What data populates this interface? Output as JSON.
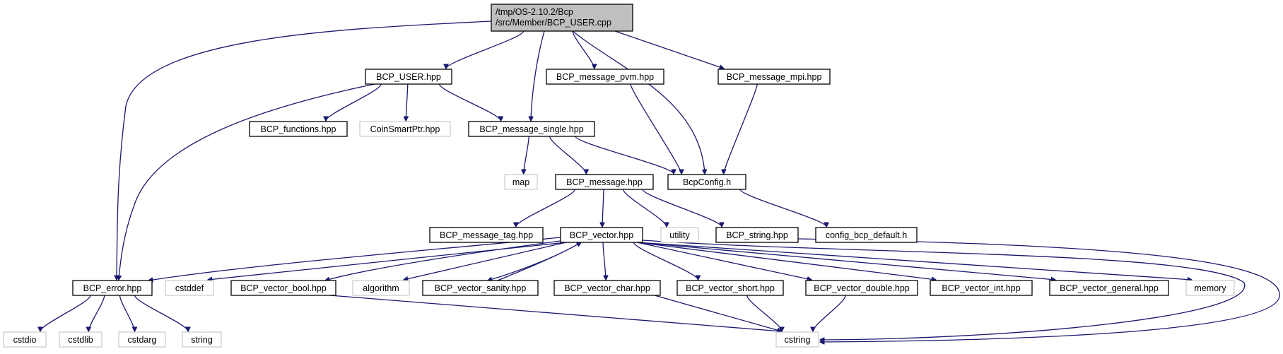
{
  "diagram": {
    "kind": "include-dependency-graph",
    "colors": {
      "edge": "#191970",
      "root_fill": "#bfbfbf",
      "project_border": "#000000",
      "system_border": "#bfbfbf"
    },
    "nodes": [
      {
        "id": "root",
        "lines": [
          "/tmp/OS-2.10.2/Bcp",
          "/src/Member/BCP_USER.cpp"
        ],
        "kind": "root"
      },
      {
        "id": "bcp_user_hpp",
        "lines": [
          "BCP_USER.hpp"
        ],
        "kind": "project"
      },
      {
        "id": "bcp_message_pvm",
        "lines": [
          "BCP_message_pvm.hpp"
        ],
        "kind": "project"
      },
      {
        "id": "bcp_message_mpi",
        "lines": [
          "BCP_message_mpi.hpp"
        ],
        "kind": "project"
      },
      {
        "id": "bcp_functions",
        "lines": [
          "BCP_functions.hpp"
        ],
        "kind": "project"
      },
      {
        "id": "coinsmartptr",
        "lines": [
          "CoinSmartPtr.hpp"
        ],
        "kind": "system"
      },
      {
        "id": "bcp_message_single",
        "lines": [
          "BCP_message_single.hpp"
        ],
        "kind": "project"
      },
      {
        "id": "map",
        "lines": [
          "map"
        ],
        "kind": "system"
      },
      {
        "id": "bcp_message",
        "lines": [
          "BCP_message.hpp"
        ],
        "kind": "project"
      },
      {
        "id": "bcpconfig",
        "lines": [
          "BcpConfig.h"
        ],
        "kind": "project"
      },
      {
        "id": "bcp_message_tag",
        "lines": [
          "BCP_message_tag.hpp"
        ],
        "kind": "project"
      },
      {
        "id": "bcp_vector",
        "lines": [
          "BCP_vector.hpp"
        ],
        "kind": "project"
      },
      {
        "id": "utility",
        "lines": [
          "utility"
        ],
        "kind": "system"
      },
      {
        "id": "bcp_string",
        "lines": [
          "BCP_string.hpp"
        ],
        "kind": "project"
      },
      {
        "id": "config_bcp_default",
        "lines": [
          "config_bcp_default.h"
        ],
        "kind": "project"
      },
      {
        "id": "bcp_error",
        "lines": [
          "BCP_error.hpp"
        ],
        "kind": "project"
      },
      {
        "id": "cstddef",
        "lines": [
          "cstddef"
        ],
        "kind": "system"
      },
      {
        "id": "bcp_vector_bool",
        "lines": [
          "BCP_vector_bool.hpp"
        ],
        "kind": "project"
      },
      {
        "id": "algorithm",
        "lines": [
          "algorithm"
        ],
        "kind": "system"
      },
      {
        "id": "bcp_vector_sanity",
        "lines": [
          "BCP_vector_sanity.hpp"
        ],
        "kind": "project"
      },
      {
        "id": "bcp_vector_char",
        "lines": [
          "BCP_vector_char.hpp"
        ],
        "kind": "project"
      },
      {
        "id": "bcp_vector_short",
        "lines": [
          "BCP_vector_short.hpp"
        ],
        "kind": "project"
      },
      {
        "id": "bcp_vector_double",
        "lines": [
          "BCP_vector_double.hpp"
        ],
        "kind": "project"
      },
      {
        "id": "bcp_vector_int",
        "lines": [
          "BCP_vector_int.hpp"
        ],
        "kind": "project"
      },
      {
        "id": "bcp_vector_general",
        "lines": [
          "BCP_vector_general.hpp"
        ],
        "kind": "project"
      },
      {
        "id": "memory",
        "lines": [
          "memory"
        ],
        "kind": "system"
      },
      {
        "id": "cstdio",
        "lines": [
          "cstdio"
        ],
        "kind": "system"
      },
      {
        "id": "cstdlib",
        "lines": [
          "cstdlib"
        ],
        "kind": "system"
      },
      {
        "id": "cstdarg",
        "lines": [
          "cstdarg"
        ],
        "kind": "system"
      },
      {
        "id": "string",
        "lines": [
          "string"
        ],
        "kind": "system"
      },
      {
        "id": "cstring",
        "lines": [
          "cstring"
        ],
        "kind": "system"
      }
    ],
    "edges": [
      {
        "from": "root",
        "to": "bcp_error"
      },
      {
        "from": "root",
        "to": "bcp_user_hpp"
      },
      {
        "from": "root",
        "to": "bcp_message_single"
      },
      {
        "from": "root",
        "to": "bcp_message_pvm"
      },
      {
        "from": "root",
        "to": "bcpconfig"
      },
      {
        "from": "root",
        "to": "bcp_message_mpi"
      },
      {
        "from": "bcp_user_hpp",
        "to": "bcp_error"
      },
      {
        "from": "bcp_user_hpp",
        "to": "bcp_functions"
      },
      {
        "from": "bcp_user_hpp",
        "to": "coinsmartptr"
      },
      {
        "from": "bcp_user_hpp",
        "to": "bcp_message_single"
      },
      {
        "from": "bcp_message_pvm",
        "to": "bcpconfig"
      },
      {
        "from": "bcp_message_mpi",
        "to": "bcpconfig"
      },
      {
        "from": "bcp_message_single",
        "to": "map"
      },
      {
        "from": "bcp_message_single",
        "to": "bcp_message"
      },
      {
        "from": "bcp_message_single",
        "to": "bcpconfig"
      },
      {
        "from": "bcpconfig",
        "to": "config_bcp_default"
      },
      {
        "from": "bcp_message",
        "to": "bcp_message_tag"
      },
      {
        "from": "bcp_message",
        "to": "bcp_vector"
      },
      {
        "from": "bcp_message",
        "to": "utility"
      },
      {
        "from": "bcp_message",
        "to": "bcp_string"
      },
      {
        "from": "bcp_string",
        "to": "cstring"
      },
      {
        "from": "bcp_vector",
        "to": "bcp_error"
      },
      {
        "from": "bcp_vector",
        "to": "cstddef"
      },
      {
        "from": "bcp_vector",
        "to": "bcp_vector_bool"
      },
      {
        "from": "bcp_vector",
        "to": "algorithm"
      },
      {
        "from": "bcp_vector",
        "to": "bcp_vector_sanity"
      },
      {
        "from": "bcp_vector_sanity",
        "to": "bcp_vector"
      },
      {
        "from": "bcp_vector",
        "to": "bcp_vector_char"
      },
      {
        "from": "bcp_vector",
        "to": "bcp_vector_short"
      },
      {
        "from": "bcp_vector",
        "to": "bcp_vector_double"
      },
      {
        "from": "bcp_vector",
        "to": "bcp_vector_int"
      },
      {
        "from": "bcp_vector",
        "to": "bcp_vector_general"
      },
      {
        "from": "bcp_vector",
        "to": "memory"
      },
      {
        "from": "bcp_vector",
        "to": "cstring"
      },
      {
        "from": "bcp_error",
        "to": "cstdio"
      },
      {
        "from": "bcp_error",
        "to": "cstdlib"
      },
      {
        "from": "bcp_error",
        "to": "cstdarg"
      },
      {
        "from": "bcp_error",
        "to": "string"
      },
      {
        "from": "bcp_vector_bool",
        "to": "cstring"
      },
      {
        "from": "bcp_vector_char",
        "to": "cstring"
      },
      {
        "from": "bcp_vector_short",
        "to": "cstring"
      },
      {
        "from": "bcp_vector_double",
        "to": "cstring"
      }
    ]
  }
}
